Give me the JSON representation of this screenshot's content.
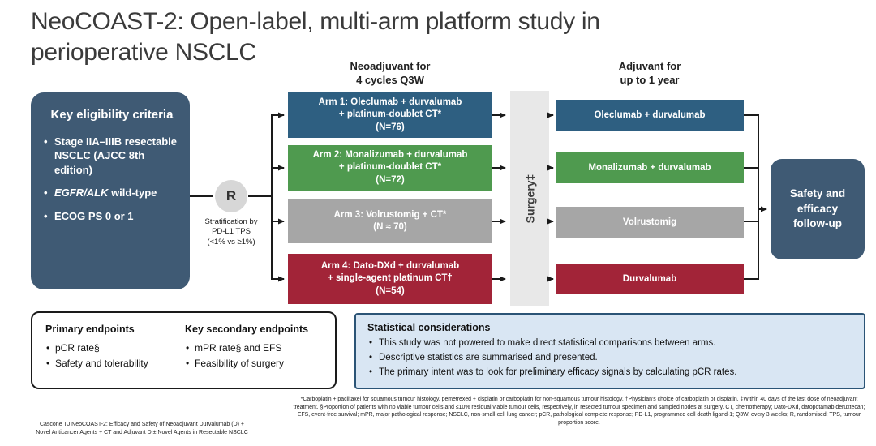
{
  "title": "NeoCOAST-2: Open-label, multi-arm platform study in\nperioperative NSCLC",
  "colors": {
    "dark_panel": "#3f5a74",
    "arm_blue": "#2e5f81",
    "arm_green": "#4f9a4f",
    "arm_gray": "#a6a6a6",
    "arm_red": "#a22438",
    "surgery_gray": "#e8e8e8",
    "circle_gray": "#d7d7d7",
    "stat_bg": "#d9e6f3",
    "stat_border": "#2b5476"
  },
  "eligibility": {
    "heading": "Key eligibility criteria",
    "bullet1": "Stage IIA–IIIB resectable NSCLC (AJCC 8th edition)",
    "bullet2_em": "EGFR/ALK",
    "bullet2_rest": " wild-type",
    "bullet3": "ECOG PS 0 or 1"
  },
  "randomization": {
    "label": "R",
    "note": "Stratification by\nPD-L1 TPS\n(<1% vs ≥1%)"
  },
  "column_headers": {
    "neoadjuvant": "Neoadjuvant for\n4 cycles Q3W",
    "adjuvant": "Adjuvant for\nup to 1 year"
  },
  "arms": [
    {
      "neo": "Arm 1: Oleclumab + durvalumab\n+ platinum-doublet CT*\n(N=76)",
      "adjuvant": "Oleclumab + durvalumab",
      "color": "#2e5f81"
    },
    {
      "neo": "Arm 2: Monalizumab + durvalumab\n+ platinum-doublet CT*\n(N=72)",
      "adjuvant": "Monalizumab + durvalumab",
      "color": "#4f9a4f"
    },
    {
      "neo": "Arm 3: Volrustomig + CT*\n(N ≈ 70)",
      "adjuvant": "Volrustomig",
      "color": "#a6a6a6"
    },
    {
      "neo": "Arm 4: Dato-DXd + durvalumab\n+ single-agent platinum CT†\n(N=54)",
      "adjuvant": "Durvalumab",
      "color": "#a22438"
    }
  ],
  "surgery_label": "Surgery‡",
  "followup": "Safety and\nefficacy\nfollow-up",
  "endpoints": {
    "primary_heading": "Primary endpoints",
    "primary_bullets": [
      "pCR rate§",
      "Safety and tolerability"
    ],
    "secondary_heading": "Key secondary endpoints",
    "secondary_bullets": [
      "mPR rate§ and EFS",
      "Feasibility of surgery"
    ]
  },
  "statistics": {
    "heading": "Statistical considerations",
    "bullets": [
      "This study was not powered to make direct statistical comparisons between arms.",
      "Descriptive statistics are summarised and presented.",
      "The primary intent was to look for preliminary efficacy signals by calculating pCR rates."
    ]
  },
  "footnotes": "*Carboplatin + paclitaxel for squamous tumour histology, pemetrexed + cisplatin or carboplatin for non-squamous tumour histology. †Physician's choice of carboplatin or cisplatin. ‡Within 40 days of the last dose of neoadjuvant treatment. §Proportion of patients with no viable tumour cells and ≤10% residual viable tumour cells, respectively, in resected tumour specimen and sampled nodes at surgery. CT, chemotherapy; Dato-DXd, datopotamab deruxtecan; EFS, event-free survival; mPR, major pathological response; NSCLC, non-small-cell lung cancer; pCR, pathological complete response; PD-L1, programmed cell death ligand-1; Q3W, every 3 weeks; R, randomised; TPS, tumour proportion score.",
  "citation": "Cascone TJ NeoCOAST-2: Efficacy and Safety of Neoadjuvant Durvalumab (D) +\nNovel Anticancer Agents + CT and Adjuvant D ± Novel Agents in Resectable NSCLC"
}
